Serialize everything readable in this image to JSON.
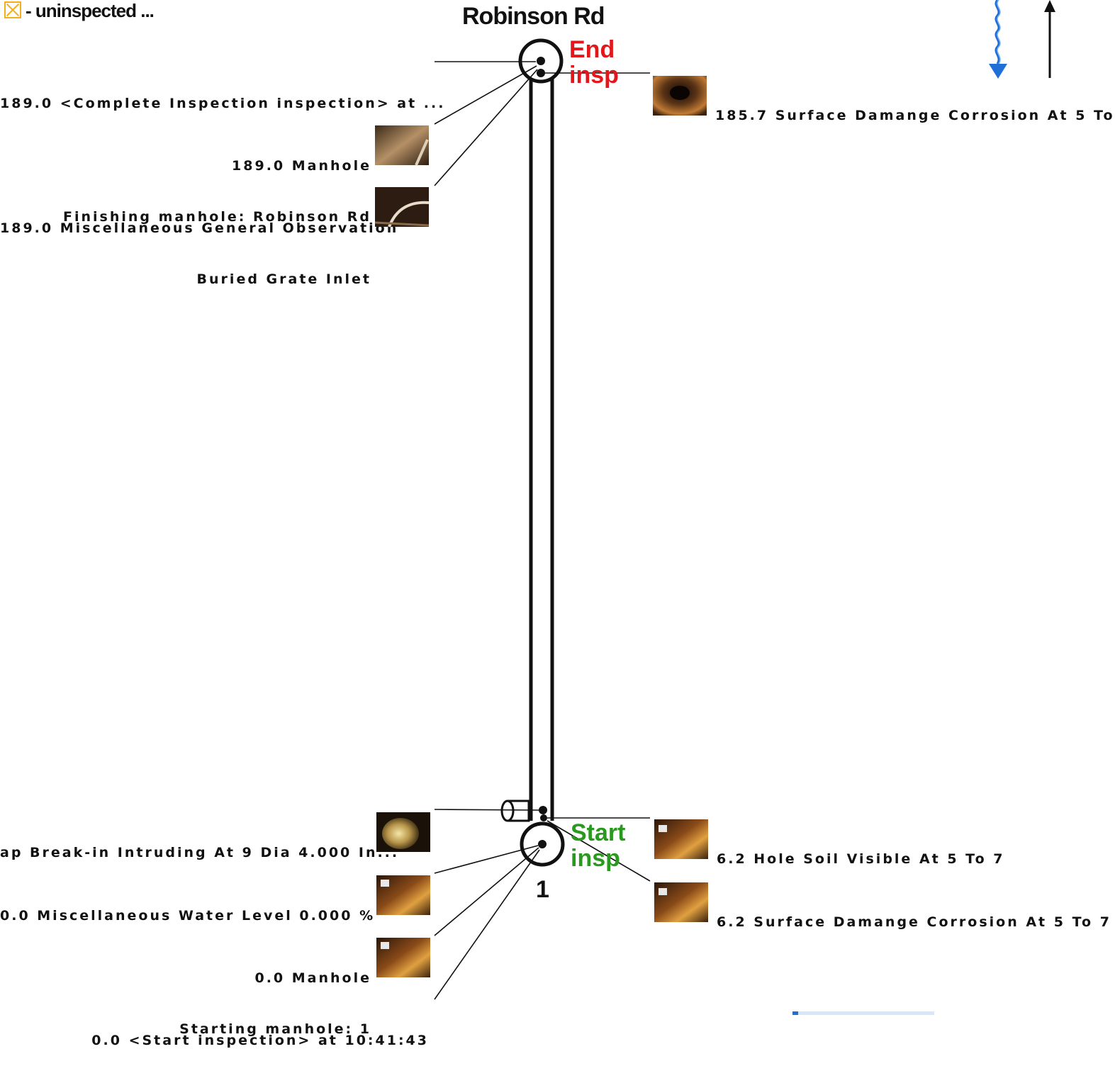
{
  "legend": {
    "icon": "crossed-box-icon",
    "text": "- uninspected ..."
  },
  "colors": {
    "end": "#e3161b",
    "start": "#2a9a1f",
    "flow_arrow": "#1f6fd6",
    "line": "#111111"
  },
  "top_manhole": {
    "street": "Robinson Rd",
    "status": {
      "line1": "End",
      "line2": "insp"
    }
  },
  "bottom_manhole": {
    "number": "1",
    "status": {
      "line1": "Start",
      "line2": "insp"
    }
  },
  "observations_left_top": [
    {
      "line1": "189.0 <Complete Inspection inspection> at ...",
      "line2": ""
    },
    {
      "line1": "189.0 Manhole",
      "line2": "Finishing manhole: Robinson Rd"
    },
    {
      "line1": "189.0 Miscellaneous General Observation",
      "line2": "Buried Grate Inlet"
    }
  ],
  "observations_right_top": [
    {
      "line1": "185.7 Surface Damange Corrosion At 5 To"
    }
  ],
  "observations_left_bottom": [
    {
      "line1": "ap Break-in Intruding At 9 Dia 4.000 In...",
      "line2": ""
    },
    {
      "line1": "0.0 Miscellaneous Water Level 0.000 %",
      "line2": ""
    },
    {
      "line1": "0.0 Manhole",
      "line2": "Starting manhole: 1"
    },
    {
      "line1": "0.0 <Start inspection> at 10:41:43",
      "line2": ""
    }
  ],
  "observations_right_bottom": [
    {
      "line1": "6.2 Hole Soil Visible At 5 To 7"
    },
    {
      "line1": "6.2 Surface Damange Corrosion At 5 To 7"
    }
  ]
}
